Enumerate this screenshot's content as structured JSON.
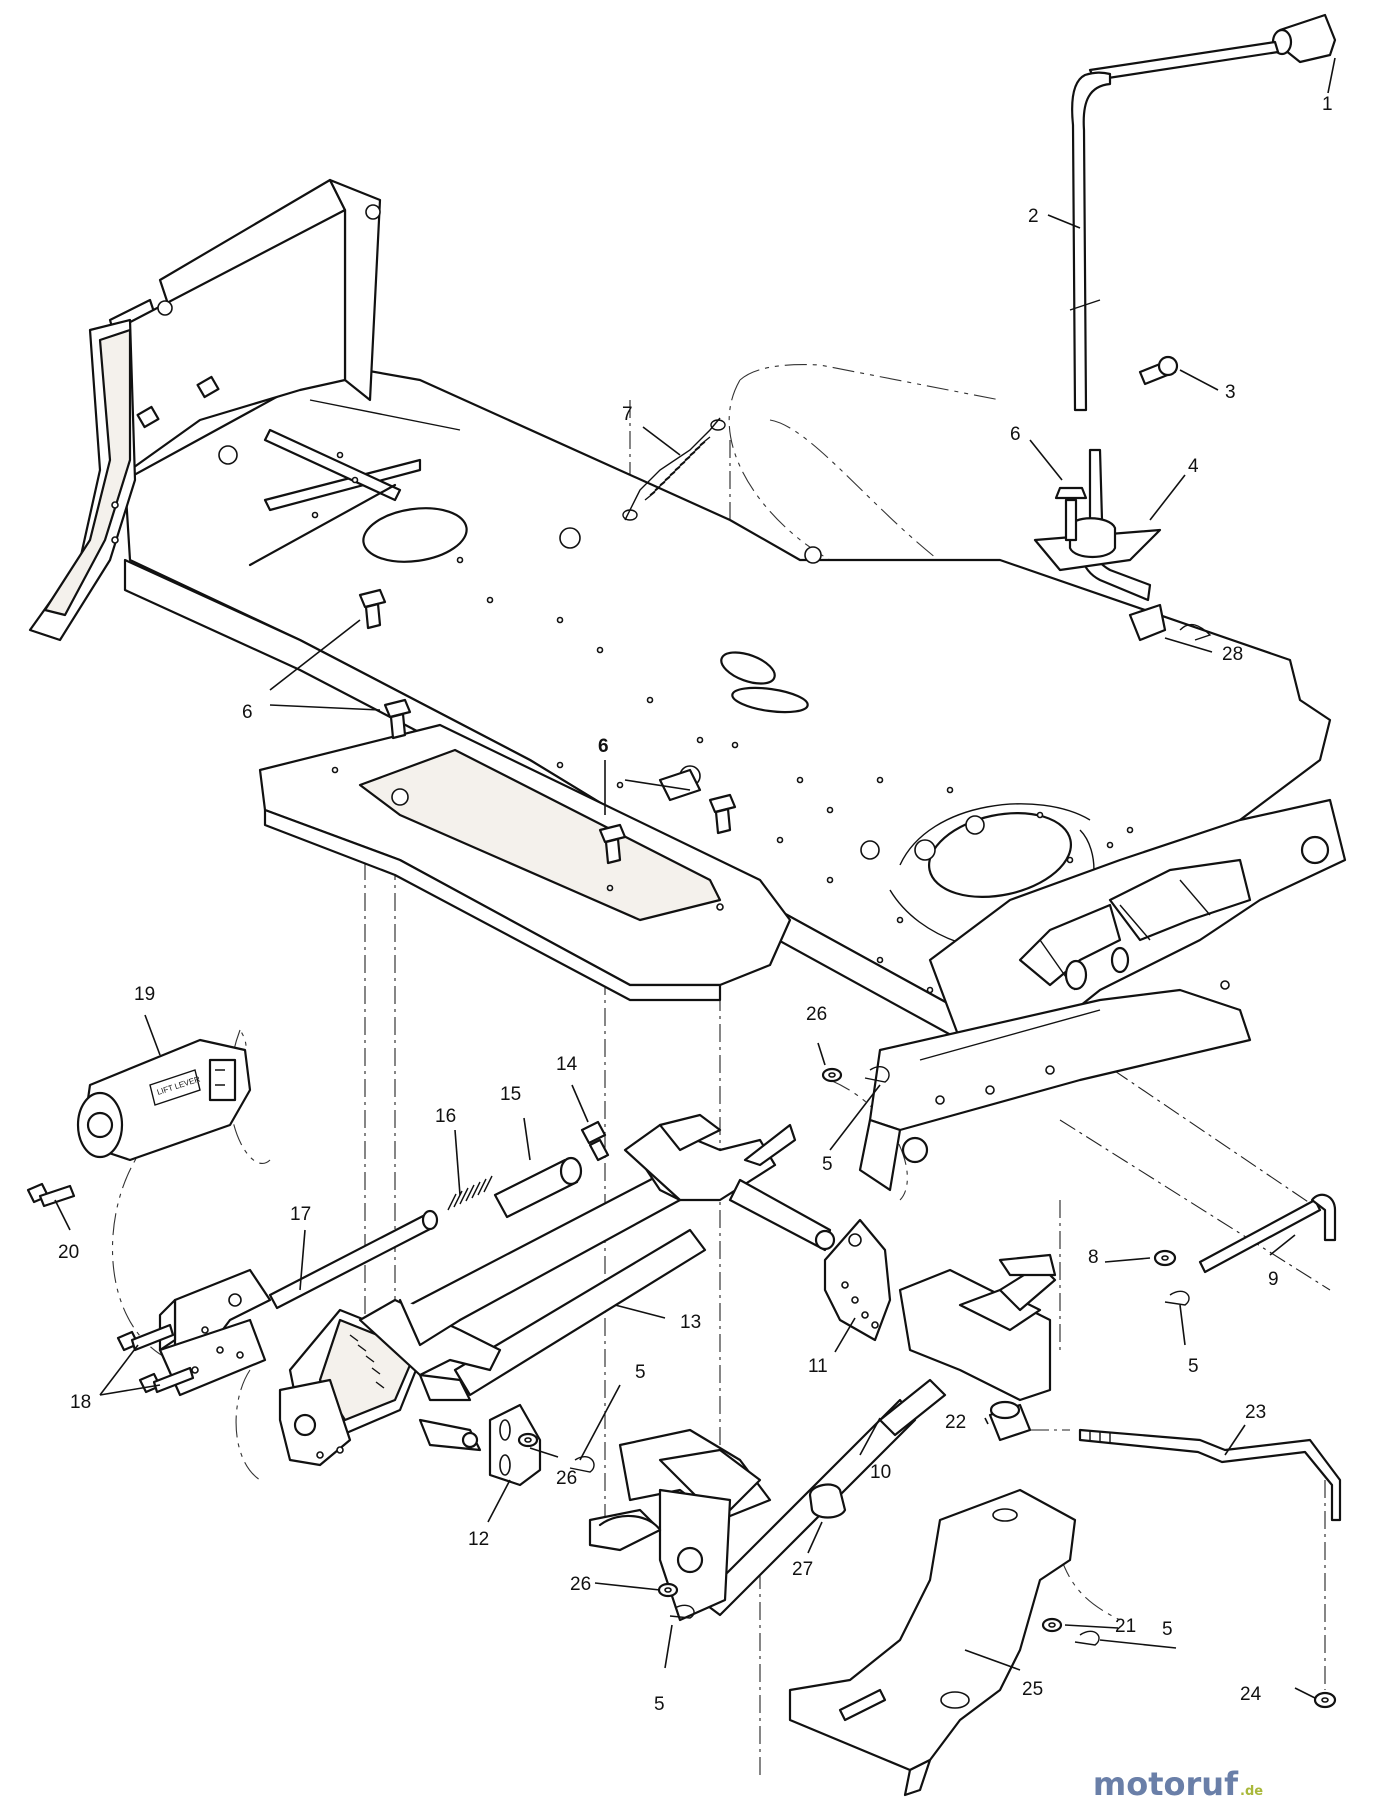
{
  "callouts": [
    {
      "label": "1"
    },
    {
      "label": "2"
    },
    {
      "label": "3"
    },
    {
      "label": "6"
    },
    {
      "label": "4"
    },
    {
      "label": "7"
    },
    {
      "label": "28"
    },
    {
      "label": "6"
    },
    {
      "label": "6"
    },
    {
      "label": "19"
    },
    {
      "label": "26"
    },
    {
      "label": "14"
    },
    {
      "label": "15"
    },
    {
      "label": "16"
    },
    {
      "label": "5"
    },
    {
      "label": "17"
    },
    {
      "label": "20"
    },
    {
      "label": "8"
    },
    {
      "label": "9"
    },
    {
      "label": "13"
    },
    {
      "label": "11"
    },
    {
      "label": "18"
    },
    {
      "label": "5"
    },
    {
      "label": "5"
    },
    {
      "label": "23"
    },
    {
      "label": "22"
    },
    {
      "label": "10"
    },
    {
      "label": "26"
    },
    {
      "label": "12"
    },
    {
      "label": "27"
    },
    {
      "label": "26"
    },
    {
      "label": "21"
    },
    {
      "label": "5"
    },
    {
      "label": "5"
    },
    {
      "label": "25"
    },
    {
      "label": "24"
    }
  ],
  "decal_text": "LIFT LEVER",
  "watermark": {
    "text": "motoruf",
    "suffix": ".de",
    "color_main": "#6a7fa8",
    "color_accent": "#a9b83a"
  },
  "colors": {
    "line": "#111111",
    "paper": "#ffffff"
  }
}
